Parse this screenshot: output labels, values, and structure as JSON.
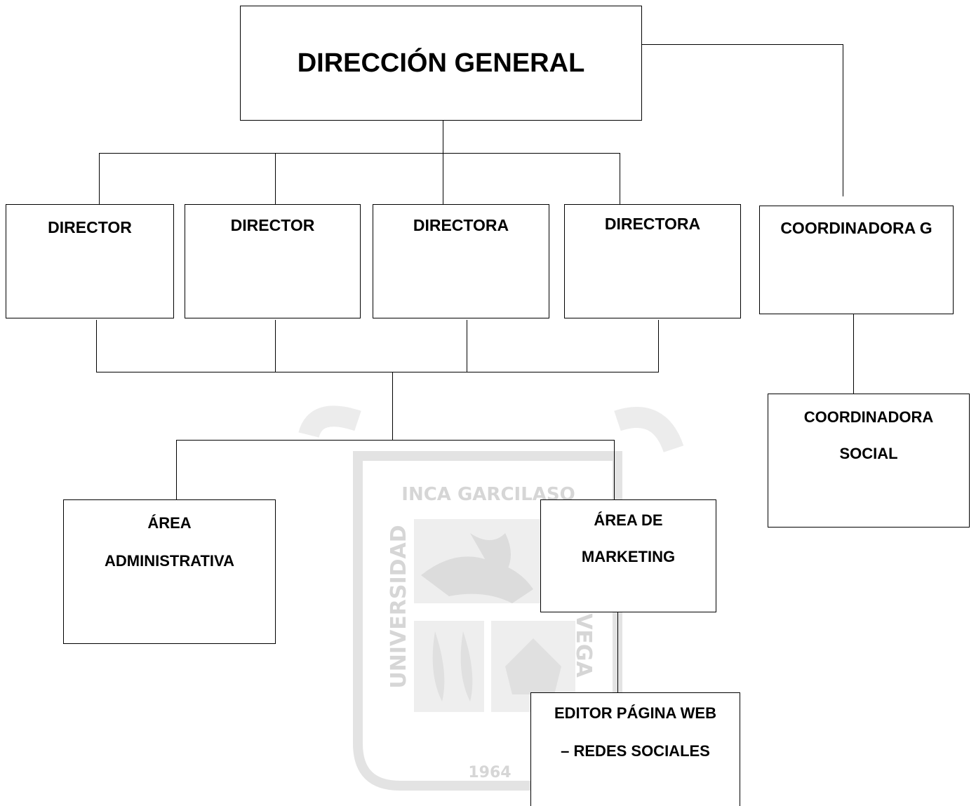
{
  "watermark": {
    "top_text": "INCA GARCILASO",
    "left_text": "UNIVERSIDAD",
    "right_text": "VEGA",
    "year": "1964"
  },
  "chart": {
    "root": "DIRECCIÓN GENERAL",
    "directors": [
      "DIRECTOR",
      "DIRECTOR",
      "DIRECTORA",
      "DIRECTORA"
    ],
    "coordinator_general": "COORDINADORA G",
    "coordinator_social": [
      "COORDINADORA",
      "SOCIAL"
    ],
    "area_admin": [
      "ÁREA",
      "ADMINISTRATIVA"
    ],
    "area_marketing": [
      "ÁREA DE",
      "MARKETING"
    ],
    "editor": [
      "EDITOR PÁGINA WEB",
      "– REDES SOCIALES"
    ]
  }
}
